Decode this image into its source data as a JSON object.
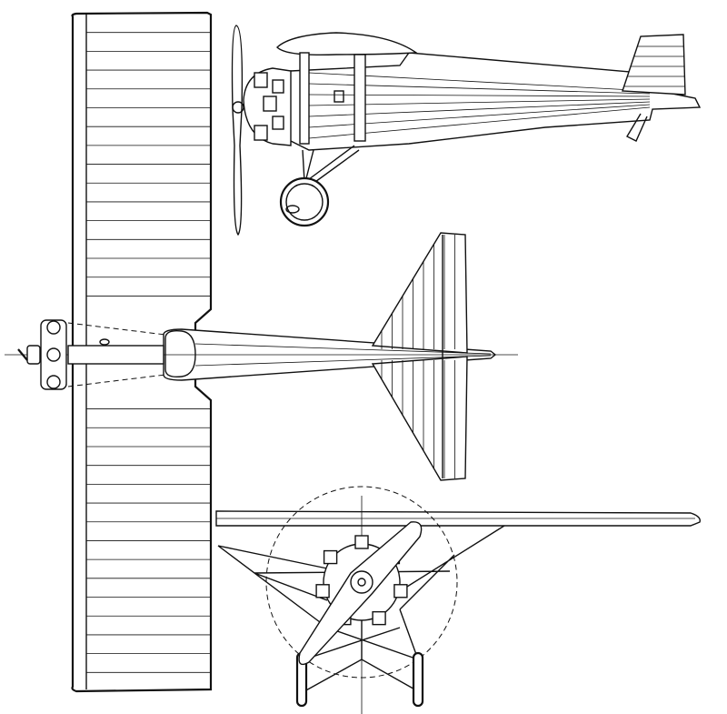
{
  "drawing": {
    "views": [
      "plan-view",
      "side-view",
      "front-view"
    ],
    "colors": {
      "line": "#111111",
      "background": "#ffffff"
    },
    "wing_rib_count": 36,
    "tail_rib_count": 8
  }
}
